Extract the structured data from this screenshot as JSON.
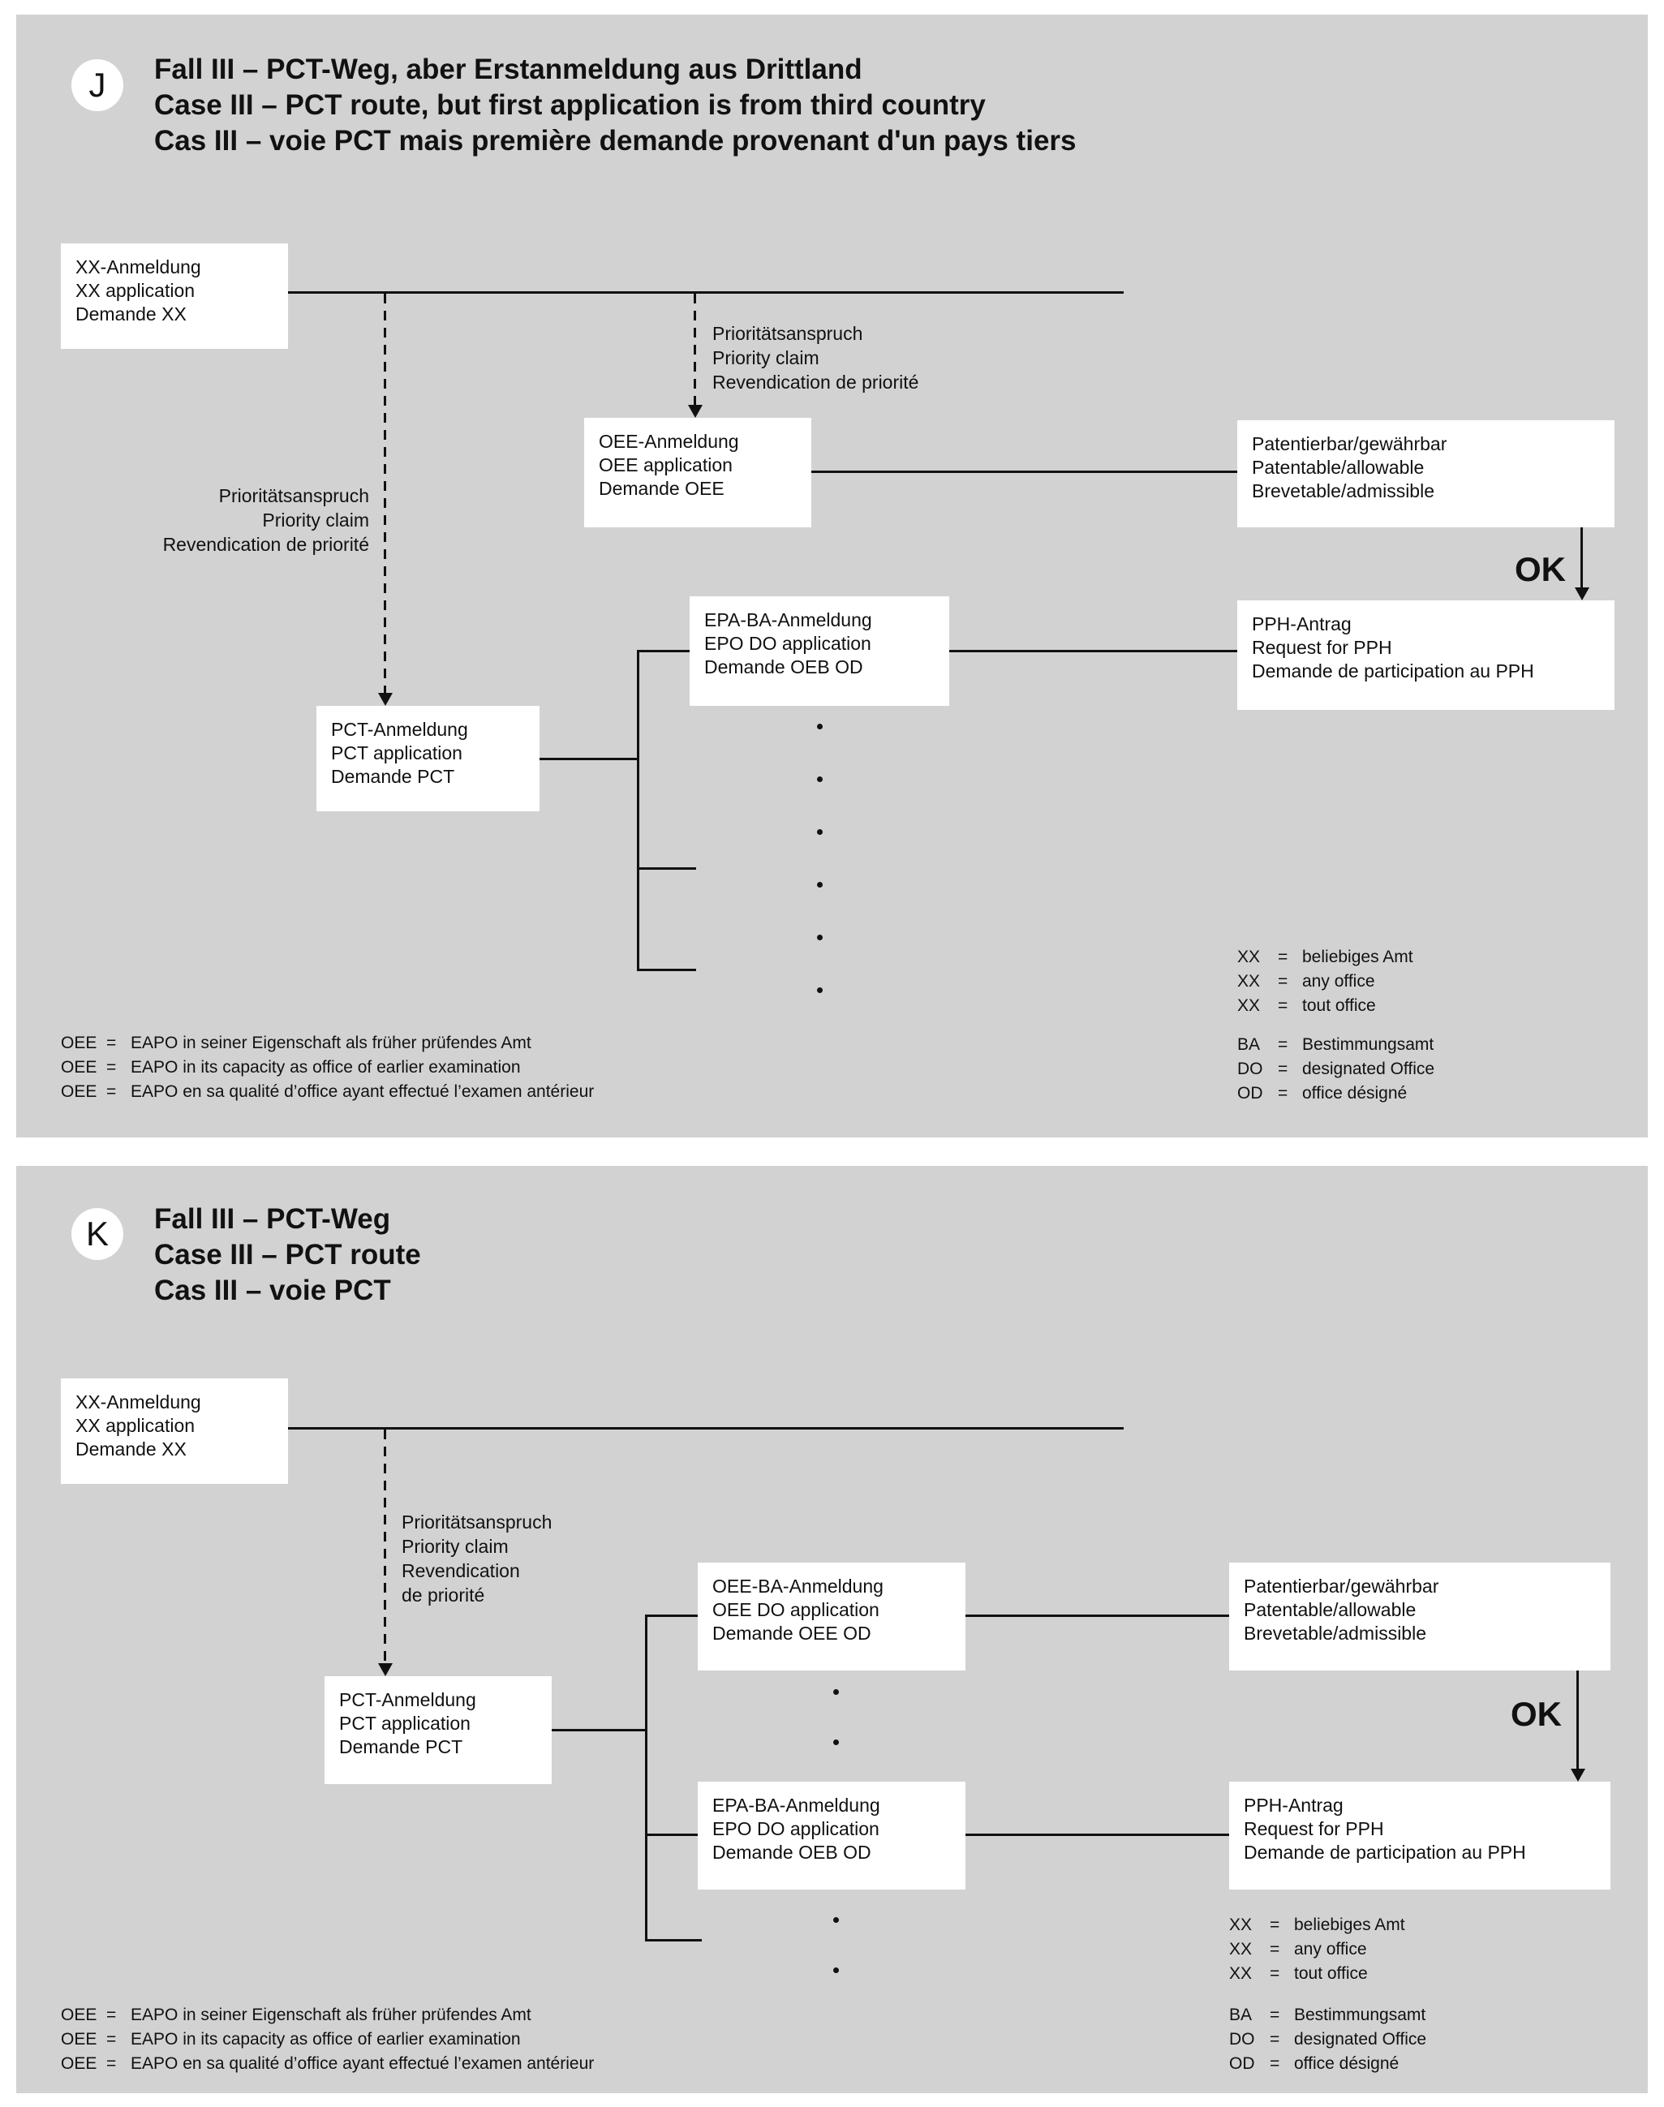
{
  "colors": {
    "panel_bg": "#d2d2d2",
    "box_bg": "#ffffff",
    "line": "#111111",
    "text": "#111111"
  },
  "labels": {
    "ok": "OK",
    "priority_claim": [
      "Prioritätsanspruch",
      "Priority claim",
      "Revendication de priorité"
    ],
    "priority_claim_wrapped": [
      "Prioritätsanspruch",
      "Priority claim",
      "Revendication",
      "de priorité"
    ]
  },
  "boxes": {
    "xx": [
      "XX-Anmeldung",
      "XX application",
      "Demande XX"
    ],
    "oee": [
      "OEE-Anmeldung",
      "OEE application",
      "Demande OEE"
    ],
    "oee_ba": [
      "OEE-BA-Anmeldung",
      "OEE DO application",
      "Demande OEE OD"
    ],
    "epa_ba": [
      "EPA-BA-Anmeldung",
      "EPO DO application",
      "Demande OEB OD"
    ],
    "pct": [
      "PCT-Anmeldung",
      "PCT application",
      "Demande PCT"
    ],
    "patentable": [
      "Patentierbar/gewährbar",
      "Patentable/allowable",
      "Brevetable/admissible"
    ],
    "pph": [
      "PPH-Antrag",
      "Request for PPH",
      "Demande de participation au PPH"
    ]
  },
  "legends": {
    "xx": [
      {
        "abbr": "XX",
        "eq": "=",
        "def": "beliebiges Amt"
      },
      {
        "abbr": "XX",
        "eq": "=",
        "def": "any office"
      },
      {
        "abbr": "XX",
        "eq": "=",
        "def": "tout office"
      }
    ],
    "ba": [
      {
        "abbr": "BA",
        "eq": "=",
        "def": "Bestimmungsamt"
      },
      {
        "abbr": "DO",
        "eq": "=",
        "def": "designated Office"
      },
      {
        "abbr": "OD",
        "eq": "=",
        "def": "office désigné"
      }
    ],
    "oee": [
      {
        "abbr": "OEE",
        "eq": "=",
        "def": "EAPO in seiner Eigenschaft als früher prüfendes Amt"
      },
      {
        "abbr": "OEE",
        "eq": "=",
        "def": "EAPO in its capacity as office of earlier examination"
      },
      {
        "abbr": "OEE",
        "eq": "=",
        "def": "EAPO en sa qualité d’office ayant effectué l’examen antérieur"
      }
    ]
  },
  "panel_j": {
    "badge": "J",
    "title": [
      "Fall III – PCT-Weg, aber Erstanmeldung aus Drittland",
      "Case III – PCT route, but first application is from third country",
      "Cas III – voie PCT mais première demande provenant d'un pays tiers"
    ]
  },
  "panel_k": {
    "badge": "K",
    "title": [
      "Fall III – PCT-Weg",
      "Case III – PCT route",
      "Cas III – voie PCT"
    ]
  }
}
